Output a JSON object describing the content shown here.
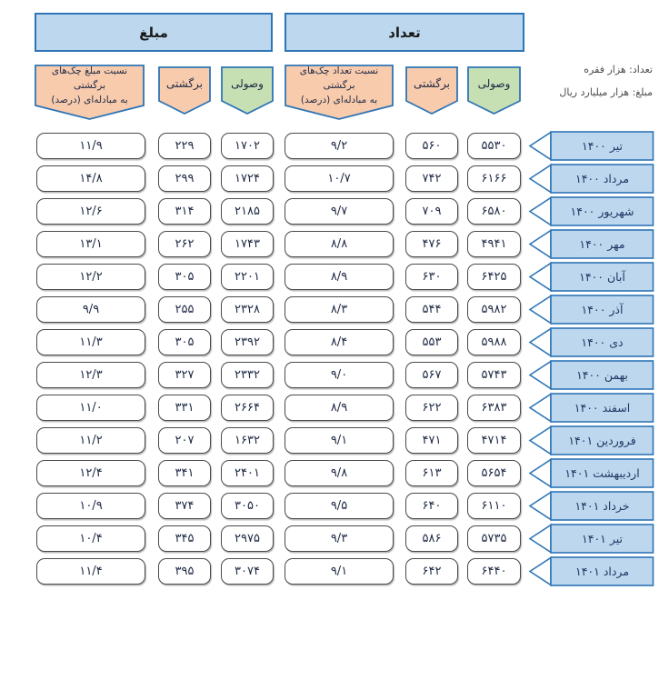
{
  "groups": {
    "amount": "مبلغ",
    "count": "تعداد"
  },
  "unit_notes": {
    "count": "تعداد: هزار فقره",
    "amount": "مبلغ: هزار میلیارد ریال"
  },
  "columns": {
    "amount_ratio_line1": "نسبت مبلغ چک‌های برگشتی",
    "amount_ratio_line2": "به مبادله‌ای (درصد)",
    "amount_returned": "برگشتی",
    "amount_received": "وصولی",
    "count_ratio_line1": "نسبت تعداد چک‌های برگشتی",
    "count_ratio_line2": "به مبادله‌ای (درصد)",
    "count_returned": "برگشتی",
    "count_received": "وصولی"
  },
  "colors": {
    "blue_fill": "#BDD7EE",
    "blue_border": "#2E75B6",
    "orange_fill": "#F8CBAD",
    "green_fill": "#C6E0B4",
    "value_box_border": "#4a4a4a"
  },
  "rows": [
    {
      "month": "تیر ۱۴۰۰",
      "count_received": "۵۵۳۰",
      "count_returned": "۵۶۰",
      "count_ratio": "۹/۲",
      "amount_received": "۱۷۰۲",
      "amount_returned": "۲۲۹",
      "amount_ratio": "۱۱/۹"
    },
    {
      "month": "مرداد ۱۴۰۰",
      "count_received": "۶۱۶۶",
      "count_returned": "۷۴۲",
      "count_ratio": "۱۰/۷",
      "amount_received": "۱۷۲۴",
      "amount_returned": "۲۹۹",
      "amount_ratio": "۱۴/۸"
    },
    {
      "month": "شهریور ۱۴۰۰",
      "count_received": "۶۵۸۰",
      "count_returned": "۷۰۹",
      "count_ratio": "۹/۷",
      "amount_received": "۲۱۸۵",
      "amount_returned": "۳۱۴",
      "amount_ratio": "۱۲/۶"
    },
    {
      "month": "مهر ۱۴۰۰",
      "count_received": "۴۹۴۱",
      "count_returned": "۴۷۶",
      "count_ratio": "۸/۸",
      "amount_received": "۱۷۴۳",
      "amount_returned": "۲۶۲",
      "amount_ratio": "۱۳/۱"
    },
    {
      "month": "آبان ۱۴۰۰",
      "count_received": "۶۴۲۵",
      "count_returned": "۶۳۰",
      "count_ratio": "۸/۹",
      "amount_received": "۲۲۰۱",
      "amount_returned": "۳۰۵",
      "amount_ratio": "۱۲/۲"
    },
    {
      "month": "آذر ۱۴۰۰",
      "count_received": "۵۹۸۲",
      "count_returned": "۵۴۴",
      "count_ratio": "۸/۳",
      "amount_received": "۲۳۲۸",
      "amount_returned": "۲۵۵",
      "amount_ratio": "۹/۹"
    },
    {
      "month": "دی ۱۴۰۰",
      "count_received": "۵۹۸۸",
      "count_returned": "۵۵۳",
      "count_ratio": "۸/۴",
      "amount_received": "۲۳۹۲",
      "amount_returned": "۳۰۵",
      "amount_ratio": "۱۱/۳"
    },
    {
      "month": "بهمن ۱۴۰۰",
      "count_received": "۵۷۴۳",
      "count_returned": "۵۶۷",
      "count_ratio": "۹/۰",
      "amount_received": "۲۳۳۲",
      "amount_returned": "۳۲۷",
      "amount_ratio": "۱۲/۳"
    },
    {
      "month": "اسفند ۱۴۰۰",
      "count_received": "۶۳۸۳",
      "count_returned": "۶۲۲",
      "count_ratio": "۸/۹",
      "amount_received": "۲۶۶۴",
      "amount_returned": "۳۳۱",
      "amount_ratio": "۱۱/۰"
    },
    {
      "month": "فروردین ۱۴۰۱",
      "count_received": "۴۷۱۴",
      "count_returned": "۴۷۱",
      "count_ratio": "۹/۱",
      "amount_received": "۱۶۳۲",
      "amount_returned": "۲۰۷",
      "amount_ratio": "۱۱/۲"
    },
    {
      "month": "اردیبهشت ۱۴۰۱",
      "count_received": "۵۶۵۴",
      "count_returned": "۶۱۳",
      "count_ratio": "۹/۸",
      "amount_received": "۲۴۰۱",
      "amount_returned": "۳۴۱",
      "amount_ratio": "۱۲/۴"
    },
    {
      "month": "خرداد ۱۴۰۱",
      "count_received": "۶۱۱۰",
      "count_returned": "۶۴۰",
      "count_ratio": "۹/۵",
      "amount_received": "۳۰۵۰",
      "amount_returned": "۳۷۴",
      "amount_ratio": "۱۰/۹"
    },
    {
      "month": "تیر ۱۴۰۱",
      "count_received": "۵۷۳۵",
      "count_returned": "۵۸۶",
      "count_ratio": "۹/۳",
      "amount_received": "۲۹۷۵",
      "amount_returned": "۳۴۵",
      "amount_ratio": "۱۰/۴"
    },
    {
      "month": "مرداد ۱۴۰۱",
      "count_received": "۶۴۴۰",
      "count_returned": "۶۴۲",
      "count_ratio": "۹/۱",
      "amount_received": "۳۰۷۴",
      "amount_returned": "۳۹۵",
      "amount_ratio": "۱۱/۴"
    }
  ],
  "chart_data": {
    "type": "table",
    "title": "",
    "categories": [
      "تیر ۱۴۰۰",
      "مرداد ۱۴۰۰",
      "شهریور ۱۴۰۰",
      "مهر ۱۴۰۰",
      "آبان ۱۴۰۰",
      "آذر ۱۴۰۰",
      "دی ۱۴۰۰",
      "بهمن ۱۴۰۰",
      "اسفند ۱۴۰۰",
      "فروردین ۱۴۰۱",
      "اردیبهشت ۱۴۰۱",
      "خرداد ۱۴۰۱",
      "تیر ۱۴۰۱",
      "مرداد ۱۴۰۱"
    ],
    "units": {
      "count": "هزار فقره",
      "amount": "هزار میلیارد ریال"
    },
    "series": [
      {
        "name": "تعداد وصولی",
        "values": [
          5530,
          6166,
          6580,
          4941,
          6425,
          5982,
          5988,
          5743,
          6383,
          4714,
          5654,
          6110,
          5735,
          6440
        ]
      },
      {
        "name": "تعداد برگشتی",
        "values": [
          560,
          742,
          709,
          476,
          630,
          544,
          553,
          567,
          622,
          471,
          613,
          640,
          586,
          642
        ]
      },
      {
        "name": "نسبت تعداد چک‌های برگشتی به مبادله‌ای (درصد)",
        "values": [
          9.2,
          10.7,
          9.7,
          8.8,
          8.9,
          8.3,
          8.4,
          9.0,
          8.9,
          9.1,
          9.8,
          9.5,
          9.3,
          9.1
        ]
      },
      {
        "name": "مبلغ وصولی",
        "values": [
          1702,
          1724,
          2185,
          1743,
          2201,
          2328,
          2392,
          2332,
          2664,
          1632,
          2401,
          3050,
          2975,
          3074
        ]
      },
      {
        "name": "مبلغ برگشتی",
        "values": [
          229,
          299,
          314,
          262,
          305,
          255,
          305,
          327,
          331,
          207,
          341,
          374,
          345,
          395
        ]
      },
      {
        "name": "نسبت مبلغ چک‌های برگشتی به مبادله‌ای (درصد)",
        "values": [
          11.9,
          14.8,
          12.6,
          13.1,
          12.2,
          9.9,
          11.3,
          12.3,
          11.0,
          11.2,
          12.4,
          10.9,
          10.4,
          11.4
        ]
      }
    ]
  }
}
